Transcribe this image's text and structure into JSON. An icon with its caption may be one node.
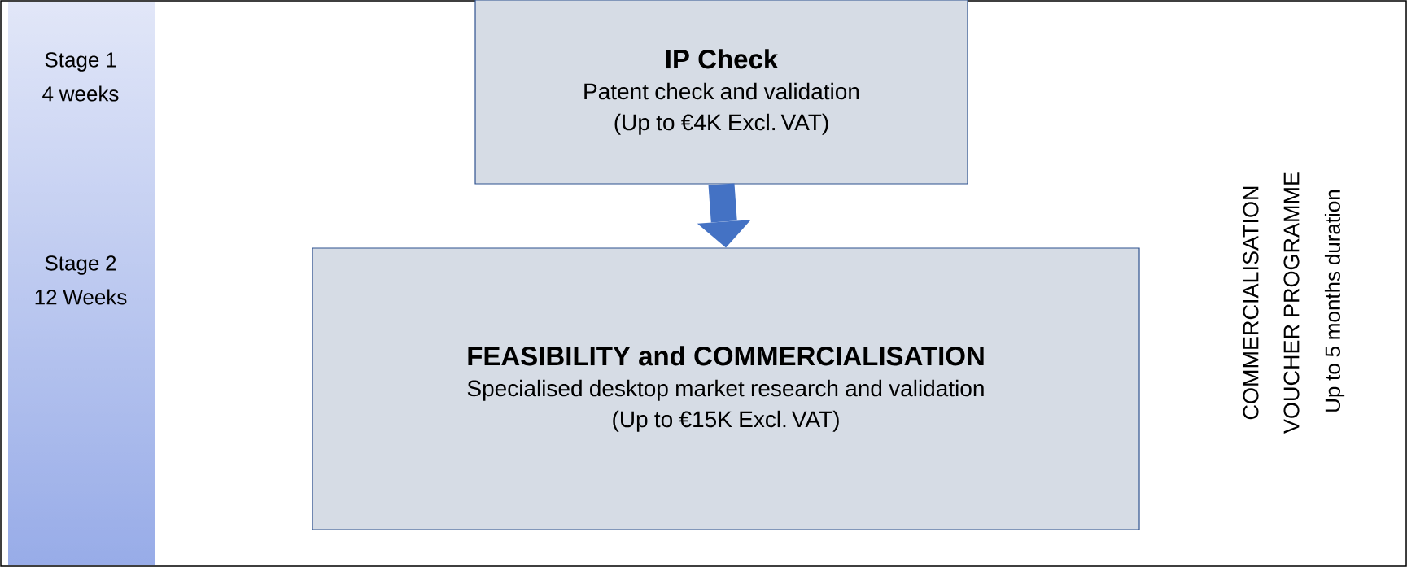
{
  "diagram": {
    "nodes": [
      {
        "text": [
          "IP Check",
          "Patent check and validation",
          "(Up to €4K Excl. VAT)"
        ]
      },
      {
        "text": [
          "FEASIBILITY and COMMERCIALISATION",
          "Specialised desktop market research and validation",
          "(Up to €15K Excl. VAT)"
        ]
      }
    ],
    "edges": [
      {
        "from": 0,
        "to": 1,
        "arrow": "to"
      }
    ],
    "labels": [
      "Stage 1",
      "4 weeks",
      "Stage 2",
      "12 Weeks",
      "COMMERCIALISATION VOUCHER PROGRAMME",
      "Up to 5 months duration"
    ]
  }
}
